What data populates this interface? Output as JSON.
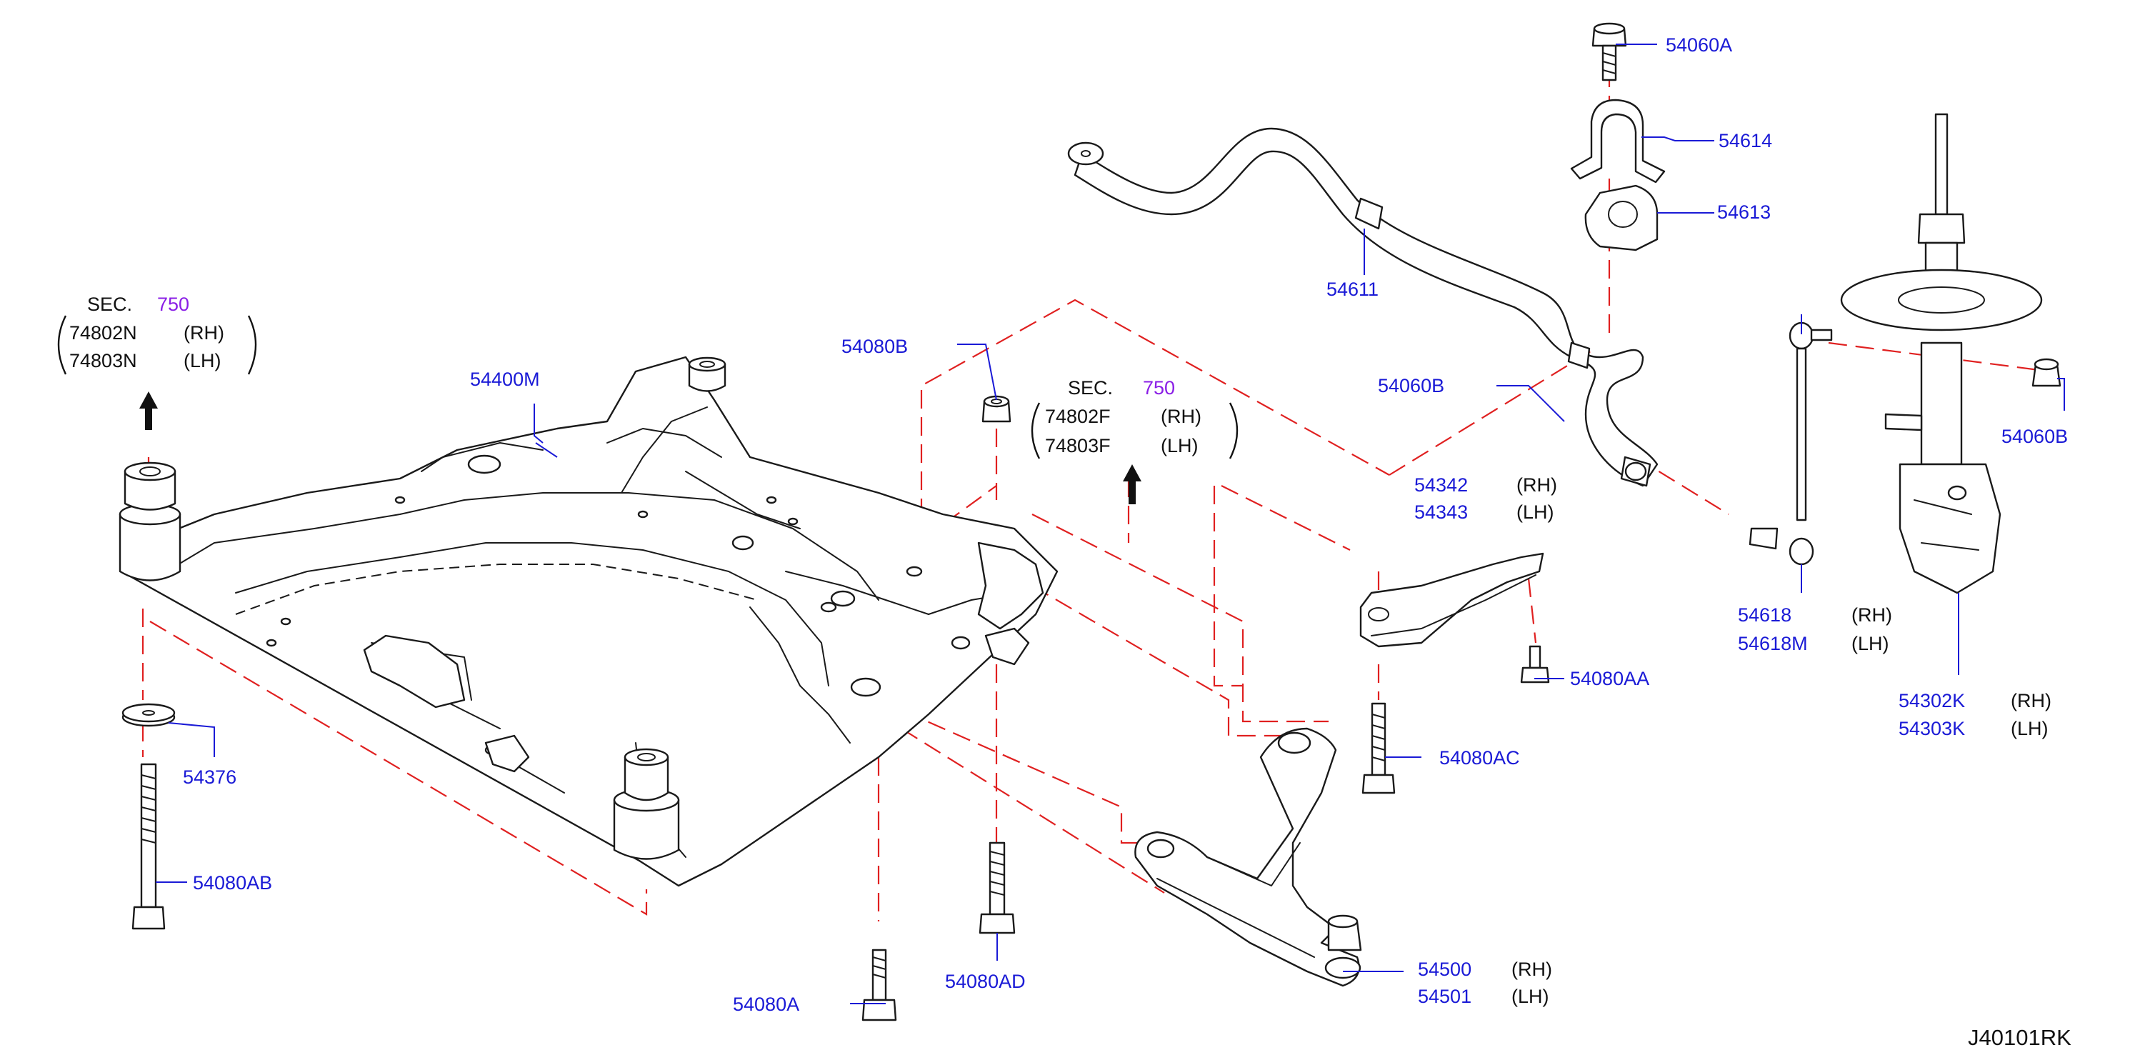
{
  "diagram_code": "J40101RK",
  "colors": {
    "label": "#1a1ad6",
    "callout": "#8a1ee6",
    "phantom_line": "#e02020",
    "line_art": "#1a1a1a"
  },
  "sec_refs": [
    {
      "prefix": "SEC.",
      "number": "750",
      "lines": [
        {
          "part": "74802N",
          "side": "(RH)"
        },
        {
          "part": "74803N",
          "side": "(LH)"
        }
      ]
    },
    {
      "prefix": "SEC.",
      "number": "750",
      "lines": [
        {
          "part": "74802F",
          "side": "(RH)"
        },
        {
          "part": "74803F",
          "side": "(LH)"
        }
      ]
    }
  ],
  "labels": {
    "l54060A": "54060A",
    "l54614": "54614",
    "l54613": "54613",
    "l54611": "54611",
    "l54060B_bar": "54060B",
    "l54060B_strut": "54060B",
    "l54080B": "54080B",
    "l54400M": "54400M",
    "l54376": "54376",
    "l54080AB": "54080AB",
    "l54080A": "54080A",
    "l54080AD": "54080AD",
    "l54080AA": "54080AA",
    "l54080AC": "54080AC"
  },
  "pairs": {
    "arm_link": {
      "rh": "54342",
      "lh": "54343",
      "rh_side": "(RH)",
      "lh_side": "(LH)"
    },
    "stab_link": {
      "rh": "54618",
      "lh": "54618M",
      "rh_side": "(RH)",
      "lh_side": "(LH)"
    },
    "strut": {
      "rh": "54302K",
      "lh": "54303K",
      "rh_side": "(RH)",
      "lh_side": "(LH)"
    },
    "lower_arm": {
      "rh": "54500",
      "lh": "54501",
      "rh_side": "(RH)",
      "lh_side": "(LH)"
    }
  }
}
